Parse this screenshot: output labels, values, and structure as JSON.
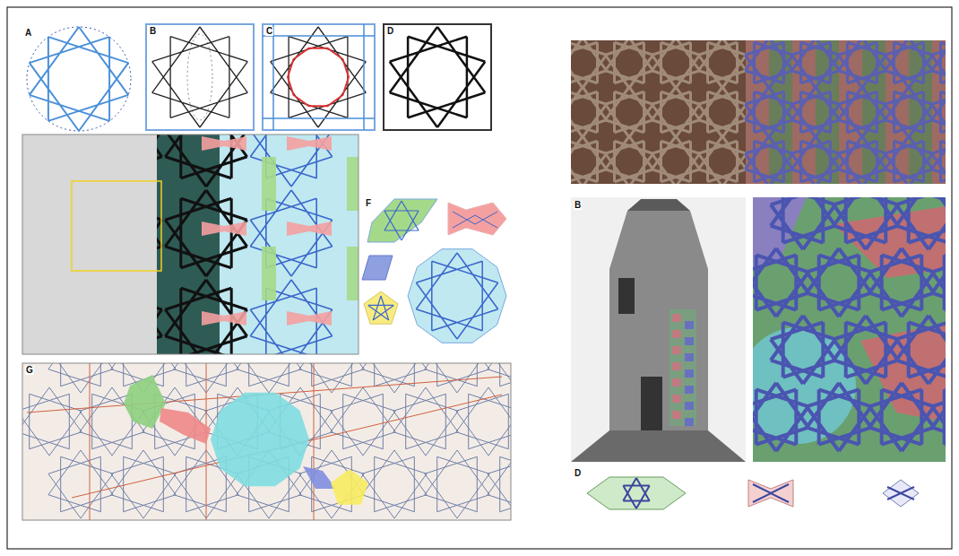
{
  "diagram": {
    "labels": [
      "A",
      "B",
      "C",
      "D",
      "F",
      "G",
      "B",
      "D"
    ]
  }
}
